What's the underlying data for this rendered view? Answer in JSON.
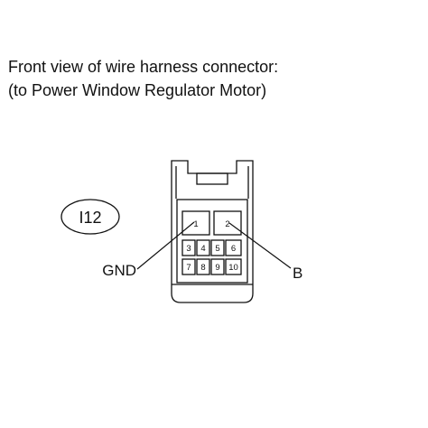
{
  "title": {
    "line1": "Front view of wire harness connector:",
    "line2": "(to Power Window Regulator Motor)"
  },
  "connector": {
    "code": "I12",
    "pins_top": [
      "1",
      "2"
    ],
    "pins_row2": [
      "3",
      "4",
      "5",
      "6"
    ],
    "pins_row3": [
      "7",
      "8",
      "9",
      "10"
    ]
  },
  "callouts": {
    "left": "GND",
    "right": "B"
  }
}
